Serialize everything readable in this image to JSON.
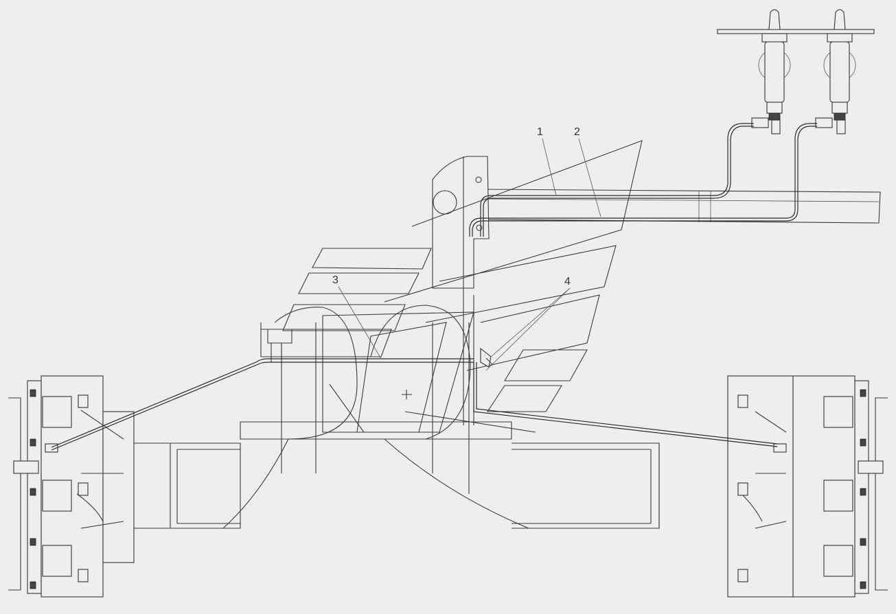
{
  "callouts": [
    {
      "id": "1",
      "label": "1"
    },
    {
      "id": "2",
      "label": "2"
    },
    {
      "id": "3",
      "label": "3"
    },
    {
      "id": "4",
      "label": "4"
    }
  ],
  "colors": {
    "background": "#eeeeee",
    "line": "#333333"
  }
}
